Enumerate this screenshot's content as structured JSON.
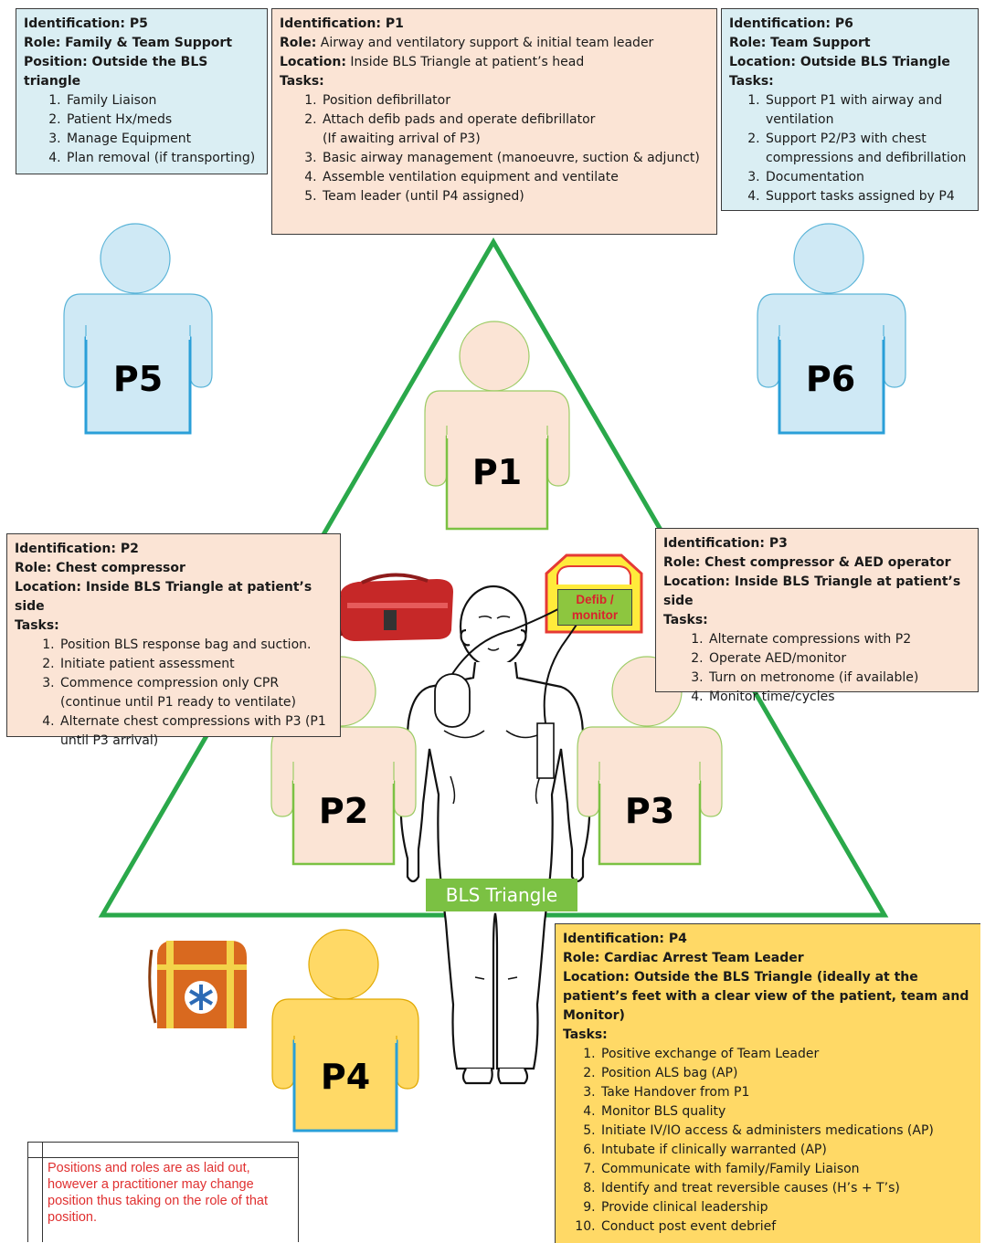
{
  "p5": {
    "identification": "Identification: P5",
    "role": "Role:  Family & Team Support",
    "position": "Position: Outside the BLS triangle",
    "tasks": [
      "Family Liaison",
      "Patient Hx/meds",
      "Manage Equipment",
      "Plan removal (if transporting)"
    ],
    "figure_label": "P5"
  },
  "p1": {
    "identification": "Identification: P1",
    "role_prefix": "Role:",
    "role_text": " Airway and ventilatory support & initial team leader",
    "location_prefix": "Location:",
    "location_text": " Inside BLS Triangle at patient’s head",
    "tasks_heading": "Tasks:",
    "tasks": [
      "Position defibrillator",
      "Attach defib pads and operate defibrillator",
      "Basic airway management (manoeuvre, suction & adjunct)",
      "Assemble ventilation equipment and ventilate",
      "Team leader (until P4 assigned)"
    ],
    "task2_note": "(If awaiting arrival of P3)",
    "figure_label": "P1"
  },
  "p6": {
    "identification": "Identification: P6",
    "role": "Role: Team Support",
    "location": "Location: Outside BLS Triangle",
    "tasks_heading": "Tasks:",
    "tasks": [
      "Support P1 with airway and ventilation",
      "Support P2/P3 with chest compressions and defibrillation",
      "Documentation",
      "Support tasks assigned by P4"
    ],
    "figure_label": "P6"
  },
  "p2": {
    "identification": "Identification: P2",
    "role": "Role: Chest compressor",
    "location": "Location: Inside BLS Triangle at patient’s side",
    "tasks_heading": "Tasks:",
    "tasks": [
      "Position BLS response bag and suction.",
      "Initiate patient assessment",
      "Commence compression only CPR (continue until P1 ready to ventilate)",
      "Alternate chest compressions with P3 (P1 until P3 arrival)"
    ],
    "figure_label": "P2"
  },
  "p3": {
    "identification": "Identification: P3",
    "role": "Role: Chest compressor & AED operator",
    "location": "Location: Inside BLS Triangle at patient’s side",
    "tasks_heading": "Tasks:",
    "tasks": [
      "Alternate compressions with P2",
      "Operate AED/monitor",
      "Turn on metronome (if available)",
      "Monitor time/cycles"
    ],
    "figure_label": "P3"
  },
  "p4": {
    "identification": "Identification: P4",
    "role": "Role: Cardiac Arrest Team Leader",
    "location": "Location: Outside the BLS Triangle (ideally at the patient’s feet with a clear view of the patient, team and Monitor)",
    "tasks_heading": "Tasks:",
    "tasks": [
      "Positive exchange of Team Leader",
      "Position ALS bag (AP)",
      "Take Handover from P1",
      "Monitor BLS quality",
      "Initiate IV/IO access &  administers medications (AP)",
      "Intubate if clinically warranted (AP)",
      "Communicate with family/Family Liaison",
      "Identify and treat reversible causes (H’s + T’s)",
      "Provide clinical leadership",
      "Conduct post event debrief"
    ],
    "figure_label": "P4"
  },
  "bls_triangle_label": "BLS Triangle",
  "defib_label": "Defib / monitor",
  "note": "Positions and roles are as laid out, however a practitioner may change position thus taking on the role of that position.",
  "colors": {
    "blue_box": "#daeef3",
    "peach_box": "#fbe4d5",
    "gold_box": "#ffd966",
    "triangle": "#2aa84a",
    "blue_person": "#cfe9f5",
    "peach_person": "#fbe4d5",
    "gold_person": "#ffd966",
    "note_text": "#e03030"
  }
}
